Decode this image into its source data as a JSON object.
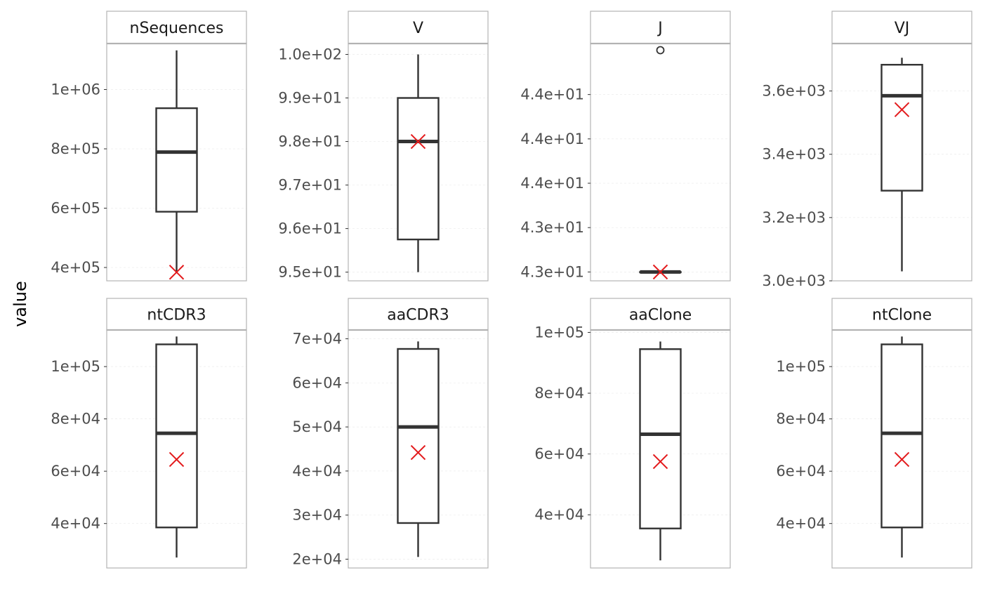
{
  "chart_data": {
    "type": "boxplot",
    "ylabel": "value",
    "colors": {
      "mean": "#e31a1c",
      "box": "#333333",
      "panel_border": "#b3b3b3"
    },
    "panels": [
      {
        "title": "nSequences",
        "ylim": [
          355000,
          1155000
        ],
        "ticks": [
          400000,
          600000,
          800000,
          1000000
        ],
        "tick_labels": [
          "4e+05",
          "6e+05",
          "8e+05",
          "1e+06"
        ],
        "whisker_low": 385000,
        "q1": 588000,
        "median": 789000,
        "q3": 937000,
        "whisker_high": 1132000,
        "mean": 384000,
        "outliers": []
      },
      {
        "title": "V",
        "ylim": [
          94.8,
          100.25
        ],
        "ticks": [
          95,
          96,
          97,
          98,
          99,
          100
        ],
        "tick_labels": [
          "9.5e+01",
          "9.6e+01",
          "9.7e+01",
          "9.8e+01",
          "9.9e+01",
          "1.0e+02"
        ],
        "whisker_low": 95,
        "q1": 95.75,
        "median": 98,
        "q3": 99,
        "whisker_high": 100,
        "mean": 98,
        "outliers": []
      },
      {
        "title": "J",
        "ylim": [
          42.96,
          44.03
        ],
        "ticks": [
          43,
          43.2,
          43.4,
          43.6,
          43.8
        ],
        "tick_labels": [
          "4.3e+01",
          "4.3e+01",
          "4.4e+01",
          "4.4e+01",
          "4.4e+01"
        ],
        "whisker_low": 43,
        "q1": 43,
        "median": 43,
        "q3": 43,
        "whisker_high": 43,
        "mean": 43,
        "outliers": [
          44
        ]
      },
      {
        "title": "VJ",
        "ylim": [
          3000,
          3750
        ],
        "ticks": [
          3000,
          3200,
          3400,
          3600
        ],
        "tick_labels": [
          "3.0e+03",
          "3.2e+03",
          "3.4e+03",
          "3.6e+03"
        ],
        "whisker_low": 3030,
        "q1": 3285,
        "median": 3585,
        "q3": 3683,
        "whisker_high": 3705,
        "mean": 3541,
        "outliers": []
      },
      {
        "title": "ntCDR3",
        "ylim": [
          23000,
          114000
        ],
        "ticks": [
          40000,
          60000,
          80000,
          100000
        ],
        "tick_labels": [
          "4e+04",
          "6e+04",
          "8e+04",
          "1e+05"
        ],
        "whisker_low": 27000,
        "q1": 38500,
        "median": 74500,
        "q3": 108500,
        "whisker_high": 111500,
        "mean": 64500,
        "outliers": []
      },
      {
        "title": "aaCDR3",
        "ylim": [
          18000,
          72000
        ],
        "ticks": [
          20000,
          30000,
          40000,
          50000,
          60000,
          70000
        ],
        "tick_labels": [
          "2e+04",
          "3e+04",
          "4e+04",
          "5e+04",
          "6e+04",
          "7e+04"
        ],
        "whisker_low": 20500,
        "q1": 28200,
        "median": 50000,
        "q3": 67700,
        "whisker_high": 69400,
        "mean": 44200,
        "outliers": []
      },
      {
        "title": "aaClone",
        "ylim": [
          22500,
          100800
        ],
        "ticks": [
          40000,
          60000,
          80000,
          100000
        ],
        "tick_labels": [
          "4e+04",
          "6e+04",
          "8e+04",
          "1e+05"
        ],
        "whisker_low": 25000,
        "q1": 35500,
        "median": 66500,
        "q3": 94500,
        "whisker_high": 97000,
        "mean": 57500,
        "outliers": []
      },
      {
        "title": "ntClone",
        "ylim": [
          23000,
          114000
        ],
        "ticks": [
          40000,
          60000,
          80000,
          100000
        ],
        "tick_labels": [
          "4e+04",
          "6e+04",
          "8e+04",
          "1e+05"
        ],
        "whisker_low": 27000,
        "q1": 38500,
        "median": 74500,
        "q3": 108500,
        "whisker_high": 111500,
        "mean": 64500,
        "outliers": []
      }
    ]
  }
}
